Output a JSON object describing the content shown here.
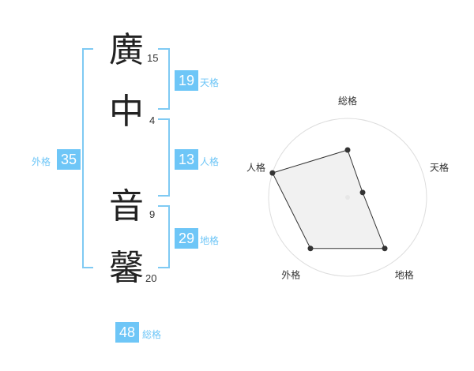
{
  "name": {
    "chars": [
      {
        "char": "廣",
        "strokes": "15"
      },
      {
        "char": "中",
        "strokes": "4"
      },
      {
        "char": "音",
        "strokes": "9"
      },
      {
        "char": "馨",
        "strokes": "20"
      }
    ]
  },
  "kaku": {
    "gaikaku": {
      "value": "35",
      "label": "外格"
    },
    "tenkaku": {
      "value": "19",
      "label": "天格"
    },
    "jinkaku": {
      "value": "13",
      "label": "人格"
    },
    "chikaku": {
      "value": "29",
      "label": "地格"
    },
    "soukaku": {
      "value": "48",
      "label": "総格"
    }
  },
  "chart_data": {
    "type": "radar",
    "axes": [
      "総格",
      "天格",
      "地格",
      "外格",
      "人格"
    ],
    "values": [
      0.6,
      0.2,
      0.8,
      0.8,
      1.0
    ],
    "range": [
      0,
      1
    ],
    "rings": 5,
    "colors": {
      "fill": "#efefef",
      "line": "#333333",
      "ring": "#dddddd",
      "center": "#bbbbbb"
    }
  },
  "colors": {
    "accent": "#6ec6f7",
    "bracket": "#7fcaf3"
  }
}
